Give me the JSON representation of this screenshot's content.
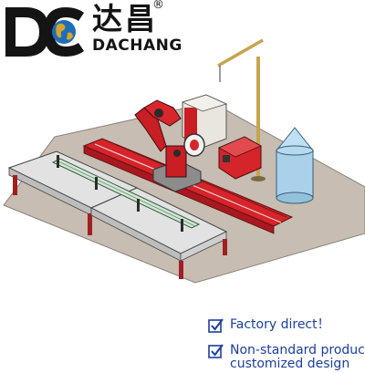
{
  "brand": {
    "logo_letters": "DC",
    "name_cn": "达昌",
    "name_en": "DACHANG",
    "registered_mark": "®"
  },
  "colors": {
    "brand_black": "#141414",
    "globe_blue": "#1f6db8",
    "globe_gold": "#d8a42a",
    "rail_red": "#d5242a",
    "robot_red": "#c81e24",
    "cabinet_grey": "#e9e6df",
    "table_grey": "#e2e2e2",
    "floor": "#c7bdb2",
    "feature_blue": "#1c3f9e",
    "tank": "#a9d2ea"
  },
  "features": [
    {
      "icon": "checkbox-icon",
      "text": "Factory direct！",
      "text2": ""
    },
    {
      "icon": "checkbox-icon",
      "text": "Non-standard produc",
      "text2": "customized design"
    }
  ]
}
